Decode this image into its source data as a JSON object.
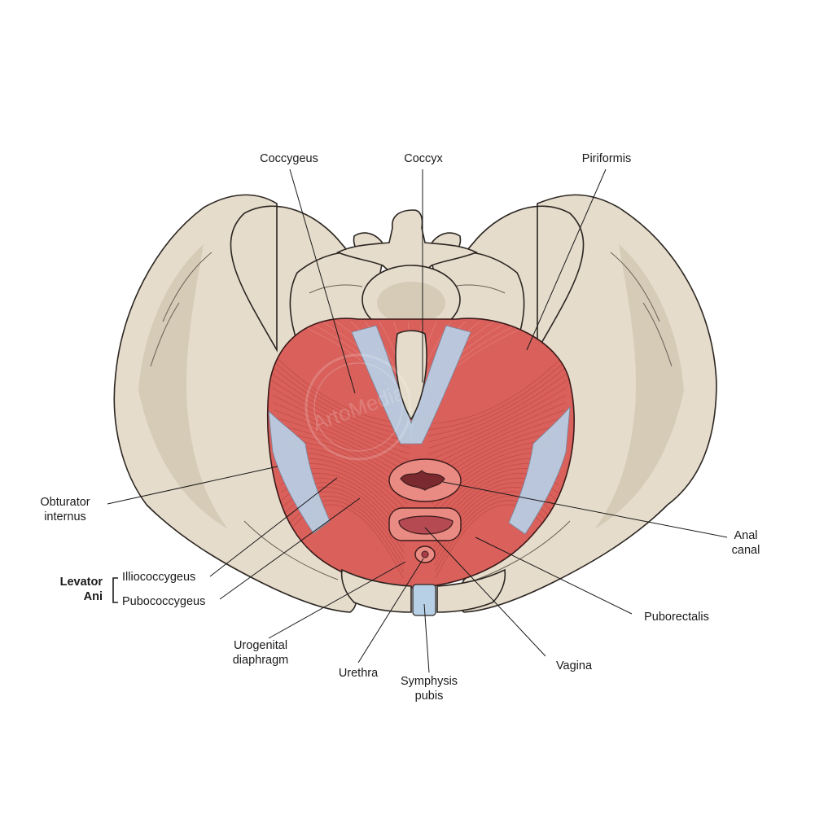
{
  "labels": {
    "coccygeus": "Coccygeus",
    "coccyx": "Coccyx",
    "piriformis": "Piriformis",
    "obturator_internus": {
      "line1": "Obturator",
      "line2": "internus"
    },
    "anal_canal": {
      "line1": "Anal",
      "line2": "canal"
    },
    "levator_ani": {
      "line1": "Levator",
      "line2": "Ani"
    },
    "illiococcygeus": "Illiococcygeus",
    "pubococcygeus": "Pubococcygeus",
    "puborectalis": "Puborectalis",
    "urogenital_diaphragm": {
      "line1": "Urogenital",
      "line2": "diaphragm"
    },
    "urethra": "Urethra",
    "symphysis_pubis": {
      "line1": "Symphysis",
      "line2": "pubis"
    },
    "vagina": "Vagina"
  },
  "watermark": "ArtoMedia",
  "colors": {
    "bone": "#e6dccb",
    "bone_shade": "#cfc3ae",
    "bone_outline": "#2b2622",
    "muscle": "#d9605b",
    "muscle_dark": "#b94640",
    "muscle_light": "#e98a83",
    "fascia": "#b8d0e6",
    "leader": "#1a1a1a"
  }
}
